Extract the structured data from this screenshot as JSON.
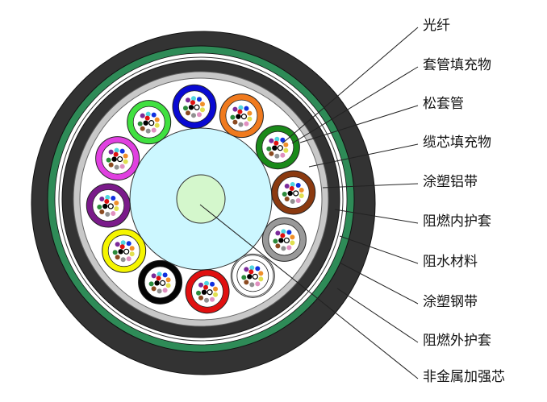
{
  "labels": [
    {
      "key": "fiber",
      "text": "光纤"
    },
    {
      "key": "tube-filler",
      "text": "套管填充物"
    },
    {
      "key": "loose-tube",
      "text": "松套管"
    },
    {
      "key": "core-filler",
      "text": "缆芯填充物"
    },
    {
      "key": "coated-aluminum-tape",
      "text": "涂塑铝带"
    },
    {
      "key": "flame-retardant-inner-sheath",
      "text": "阻燃内护套"
    },
    {
      "key": "water-blocking-material",
      "text": "阻水材料"
    },
    {
      "key": "coated-steel-tape",
      "text": "涂塑钢带"
    },
    {
      "key": "flame-retardant-outer-sheath",
      "text": "阻燃外护套"
    },
    {
      "key": "non-metallic-strength-member",
      "text": "非金属加强芯"
    }
  ],
  "colors": {
    "outer_sheath": "#333333",
    "steel_tape": "#2e8b57",
    "inner_sheath": "#333333",
    "aluminum_tape": "#c8c8c8",
    "core_filler": "#ffffff",
    "central_filler": "#ccf7ff",
    "strength_member": "#d4f7cc"
  },
  "tube_colors": [
    "#0a0ad2",
    "#f07a1e",
    "#1a8a1a",
    "#8b3a10",
    "#999999",
    "#ffffff",
    "#e01010",
    "#050505",
    "#f5f500",
    "#7a1a8a",
    "#e040e0",
    "#40e040"
  ],
  "fiber_colors": [
    "#7b2a9a",
    "#4fd6e0",
    "#1030e0",
    "#f0902a",
    "#e0e050",
    "#e090c0",
    "#909090",
    "#8b4a20",
    "#2a8a3a",
    "#000000",
    "#e01010",
    "#ffffff"
  ]
}
